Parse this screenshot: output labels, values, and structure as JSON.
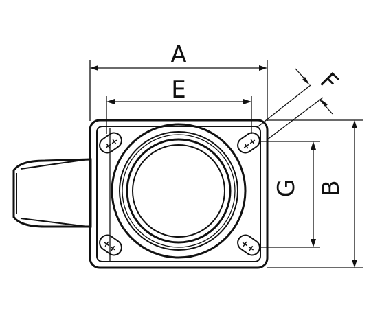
{
  "diagram": {
    "labels": {
      "a": "A",
      "b": "B",
      "e": "E",
      "f": "F",
      "g": "G"
    },
    "line_color": "#111111",
    "background": "#ffffff"
  }
}
